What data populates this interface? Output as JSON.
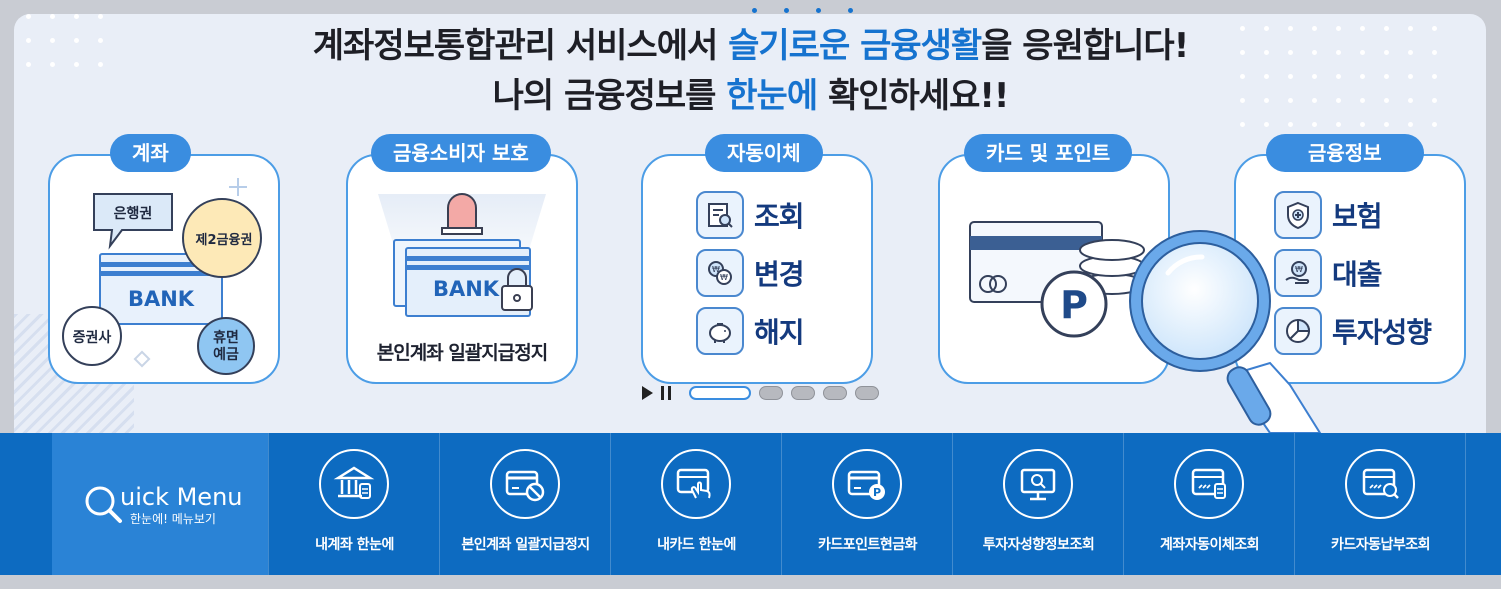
{
  "headline": {
    "line1_pre": "계좌정보통합관리 서비스에서 ",
    "line1_hl": "슬기로운 금융생활",
    "line1_post": "을 응원합니다!",
    "line2_pre": "나의 금융정보를 ",
    "line2_hl": "한눈에",
    "line2_post": " 확인하세요!!"
  },
  "colors": {
    "accent": "#1673cf",
    "pill": "#3a8de0",
    "quickbar": "#0e6fc6",
    "navy_text": "#143a7e"
  },
  "cards": {
    "account": {
      "title": "계좌",
      "bubble_bank": "은행권",
      "bubble_second": "제2금융권",
      "bubble_securities": "증권사",
      "bubble_dormant_1": "휴면",
      "bubble_dormant_2": "예금",
      "bank_text": "BANK"
    },
    "consumer": {
      "title": "금융소비자 보호",
      "bank_text": "BANK",
      "caption": "본인계좌 일괄지급정지"
    },
    "autotransfer": {
      "title": "자동이체",
      "items": [
        {
          "label": "조회",
          "icon": "search-doc-icon"
        },
        {
          "label": "변경",
          "icon": "exchange-won-icon"
        },
        {
          "label": "해지",
          "icon": "piggy-bank-icon"
        }
      ]
    },
    "card": {
      "title": "카드 및 포인트",
      "point_letter": "P"
    },
    "finance": {
      "title": "금융정보",
      "items": [
        {
          "label": "보험",
          "icon": "shield-plus-icon"
        },
        {
          "label": "대출",
          "icon": "hand-coin-icon"
        },
        {
          "label": "투자성향",
          "icon": "pie-chart-icon"
        }
      ]
    }
  },
  "carousel": {
    "page_count": 5,
    "active_page": 1
  },
  "quick_menu": {
    "title": "uick Menu",
    "subtitle": "한눈에! 메뉴보기",
    "items": [
      {
        "label": "내계좌 한눈에",
        "icon": "bank-building-icon"
      },
      {
        "label": "본인계좌 일괄지급정지",
        "icon": "card-block-icon"
      },
      {
        "label": "내카드 한눈에",
        "icon": "card-hand-icon"
      },
      {
        "label": "카드포인트현금화",
        "icon": "card-point-icon"
      },
      {
        "label": "투자자성향정보조회",
        "icon": "monitor-search-icon"
      },
      {
        "label": "계좌자동이체조회",
        "icon": "card-coins-icon"
      },
      {
        "label": "카드자동납부조회",
        "icon": "card-search-icon"
      }
    ]
  }
}
